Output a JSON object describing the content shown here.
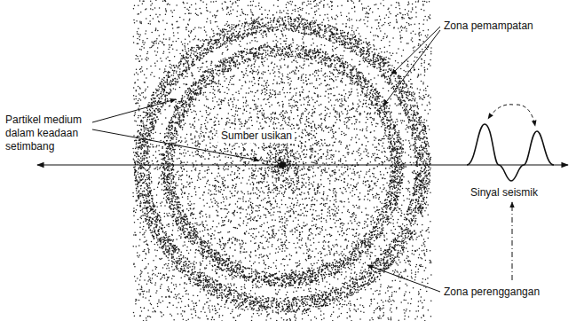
{
  "diagram": {
    "labels": [
      "Partikel medium dalam keadaan setimbang",
      "Sumber usikan",
      "Zona pemampatan",
      "Sinyal seismik",
      "Zona perenggangan"
    ]
  }
}
